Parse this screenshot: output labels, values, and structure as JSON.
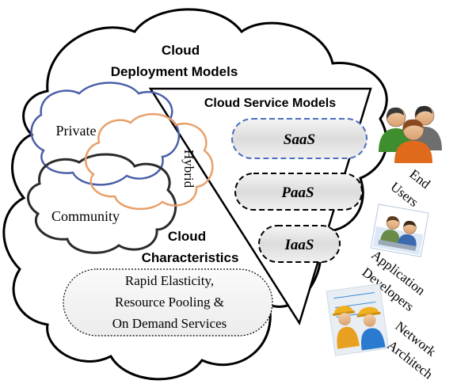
{
  "deployment": {
    "title_line1": "Cloud",
    "title_line2": "Deployment Models",
    "private": "Private",
    "hybrid": "Hybrid",
    "community": "Community"
  },
  "service": {
    "title": "Cloud Service Models",
    "saas": "SaaS",
    "paas": "PaaS",
    "iaas": "IaaS"
  },
  "characteristics": {
    "title_line1": "Cloud",
    "title_line2": "Characteristics",
    "line1": "Rapid Elasticity,",
    "line2": "Resource Pooling &",
    "line3": "On Demand Services"
  },
  "users": {
    "end_users_line1": "End",
    "end_users_line2": "Users",
    "app_dev_line1": "Application",
    "app_dev_line2": "Developers",
    "net_arch_line1": "Network",
    "net_arch_line2": "Architech",
    "icons": [
      "end-users-icon",
      "application-developers-icon",
      "network-architects-icon"
    ]
  },
  "colors": {
    "private_cloud": "#4a5fa8",
    "hybrid_cloud": "#e8a06a",
    "community_cloud": "#2b2b2b",
    "saas_border": "#4a6fc0"
  }
}
